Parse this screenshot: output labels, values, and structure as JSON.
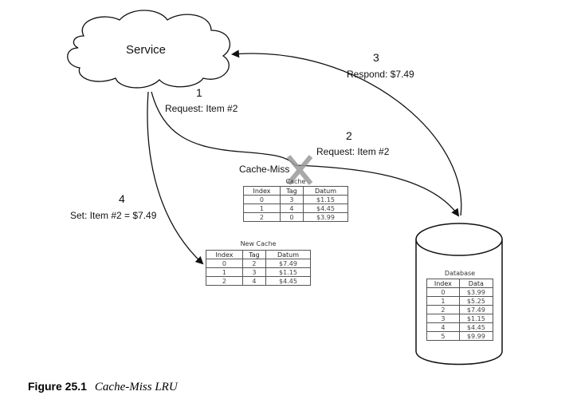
{
  "service": {
    "label": "Service"
  },
  "steps": [
    {
      "number": "1",
      "text": "Request: Item #2"
    },
    {
      "number": "2",
      "text": "Request: Item #2"
    },
    {
      "number": "3",
      "text": "Respond: $7.49"
    },
    {
      "number": "4",
      "text": "Set: Item #2 = $7.49"
    }
  ],
  "cache_miss_label": "Cache-Miss",
  "old_cache": {
    "title": "Cache",
    "headers": [
      "Index",
      "Tag",
      "Datum"
    ],
    "rows": [
      [
        "0",
        "3",
        "$1.15"
      ],
      [
        "1",
        "4",
        "$4.45"
      ],
      [
        "2",
        "0",
        "$3.99"
      ]
    ]
  },
  "new_cache": {
    "title": "New Cache",
    "headers": [
      "Index",
      "Tag",
      "Datum"
    ],
    "rows": [
      [
        "0",
        "2",
        "$7.49"
      ],
      [
        "1",
        "3",
        "$1.15"
      ],
      [
        "2",
        "4",
        "$4.45"
      ]
    ]
  },
  "database": {
    "title": "Database",
    "headers": [
      "Index",
      "Data"
    ],
    "rows": [
      [
        "0",
        "$3.99"
      ],
      [
        "1",
        "$5.25"
      ],
      [
        "2",
        "$7.49"
      ],
      [
        "3",
        "$1.15"
      ],
      [
        "4",
        "$4.45"
      ],
      [
        "5",
        "$9.99"
      ]
    ]
  },
  "caption": {
    "label": "Figure 25.1",
    "title": "Cache-Miss LRU"
  },
  "colors": {
    "miss_x": "#9a9a9a",
    "lines": "#111111"
  }
}
